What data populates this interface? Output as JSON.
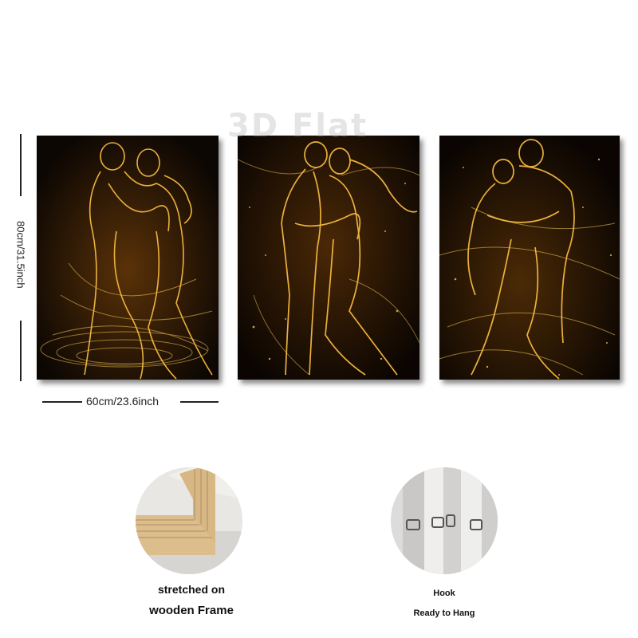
{
  "watermark": "3D Flat",
  "dimensions": {
    "height_label": "80cm/31.5inch",
    "width_label": "60cm/23.6inch"
  },
  "panels": [
    {
      "name": "panel-left",
      "subject": "golden dancing couple"
    },
    {
      "name": "panel-center",
      "subject": "golden dancing couple"
    },
    {
      "name": "panel-right",
      "subject": "golden dancing couple"
    }
  ],
  "details": {
    "frame": {
      "caption_line1": "stretched on",
      "caption_line2": "wooden Frame"
    },
    "hook": {
      "caption_line1": "Hook",
      "caption_line2": "Ready to Hang"
    }
  },
  "colors": {
    "gold": "#f2b632",
    "dark_bg": "#0d0703",
    "wood": "#d9b98a"
  }
}
